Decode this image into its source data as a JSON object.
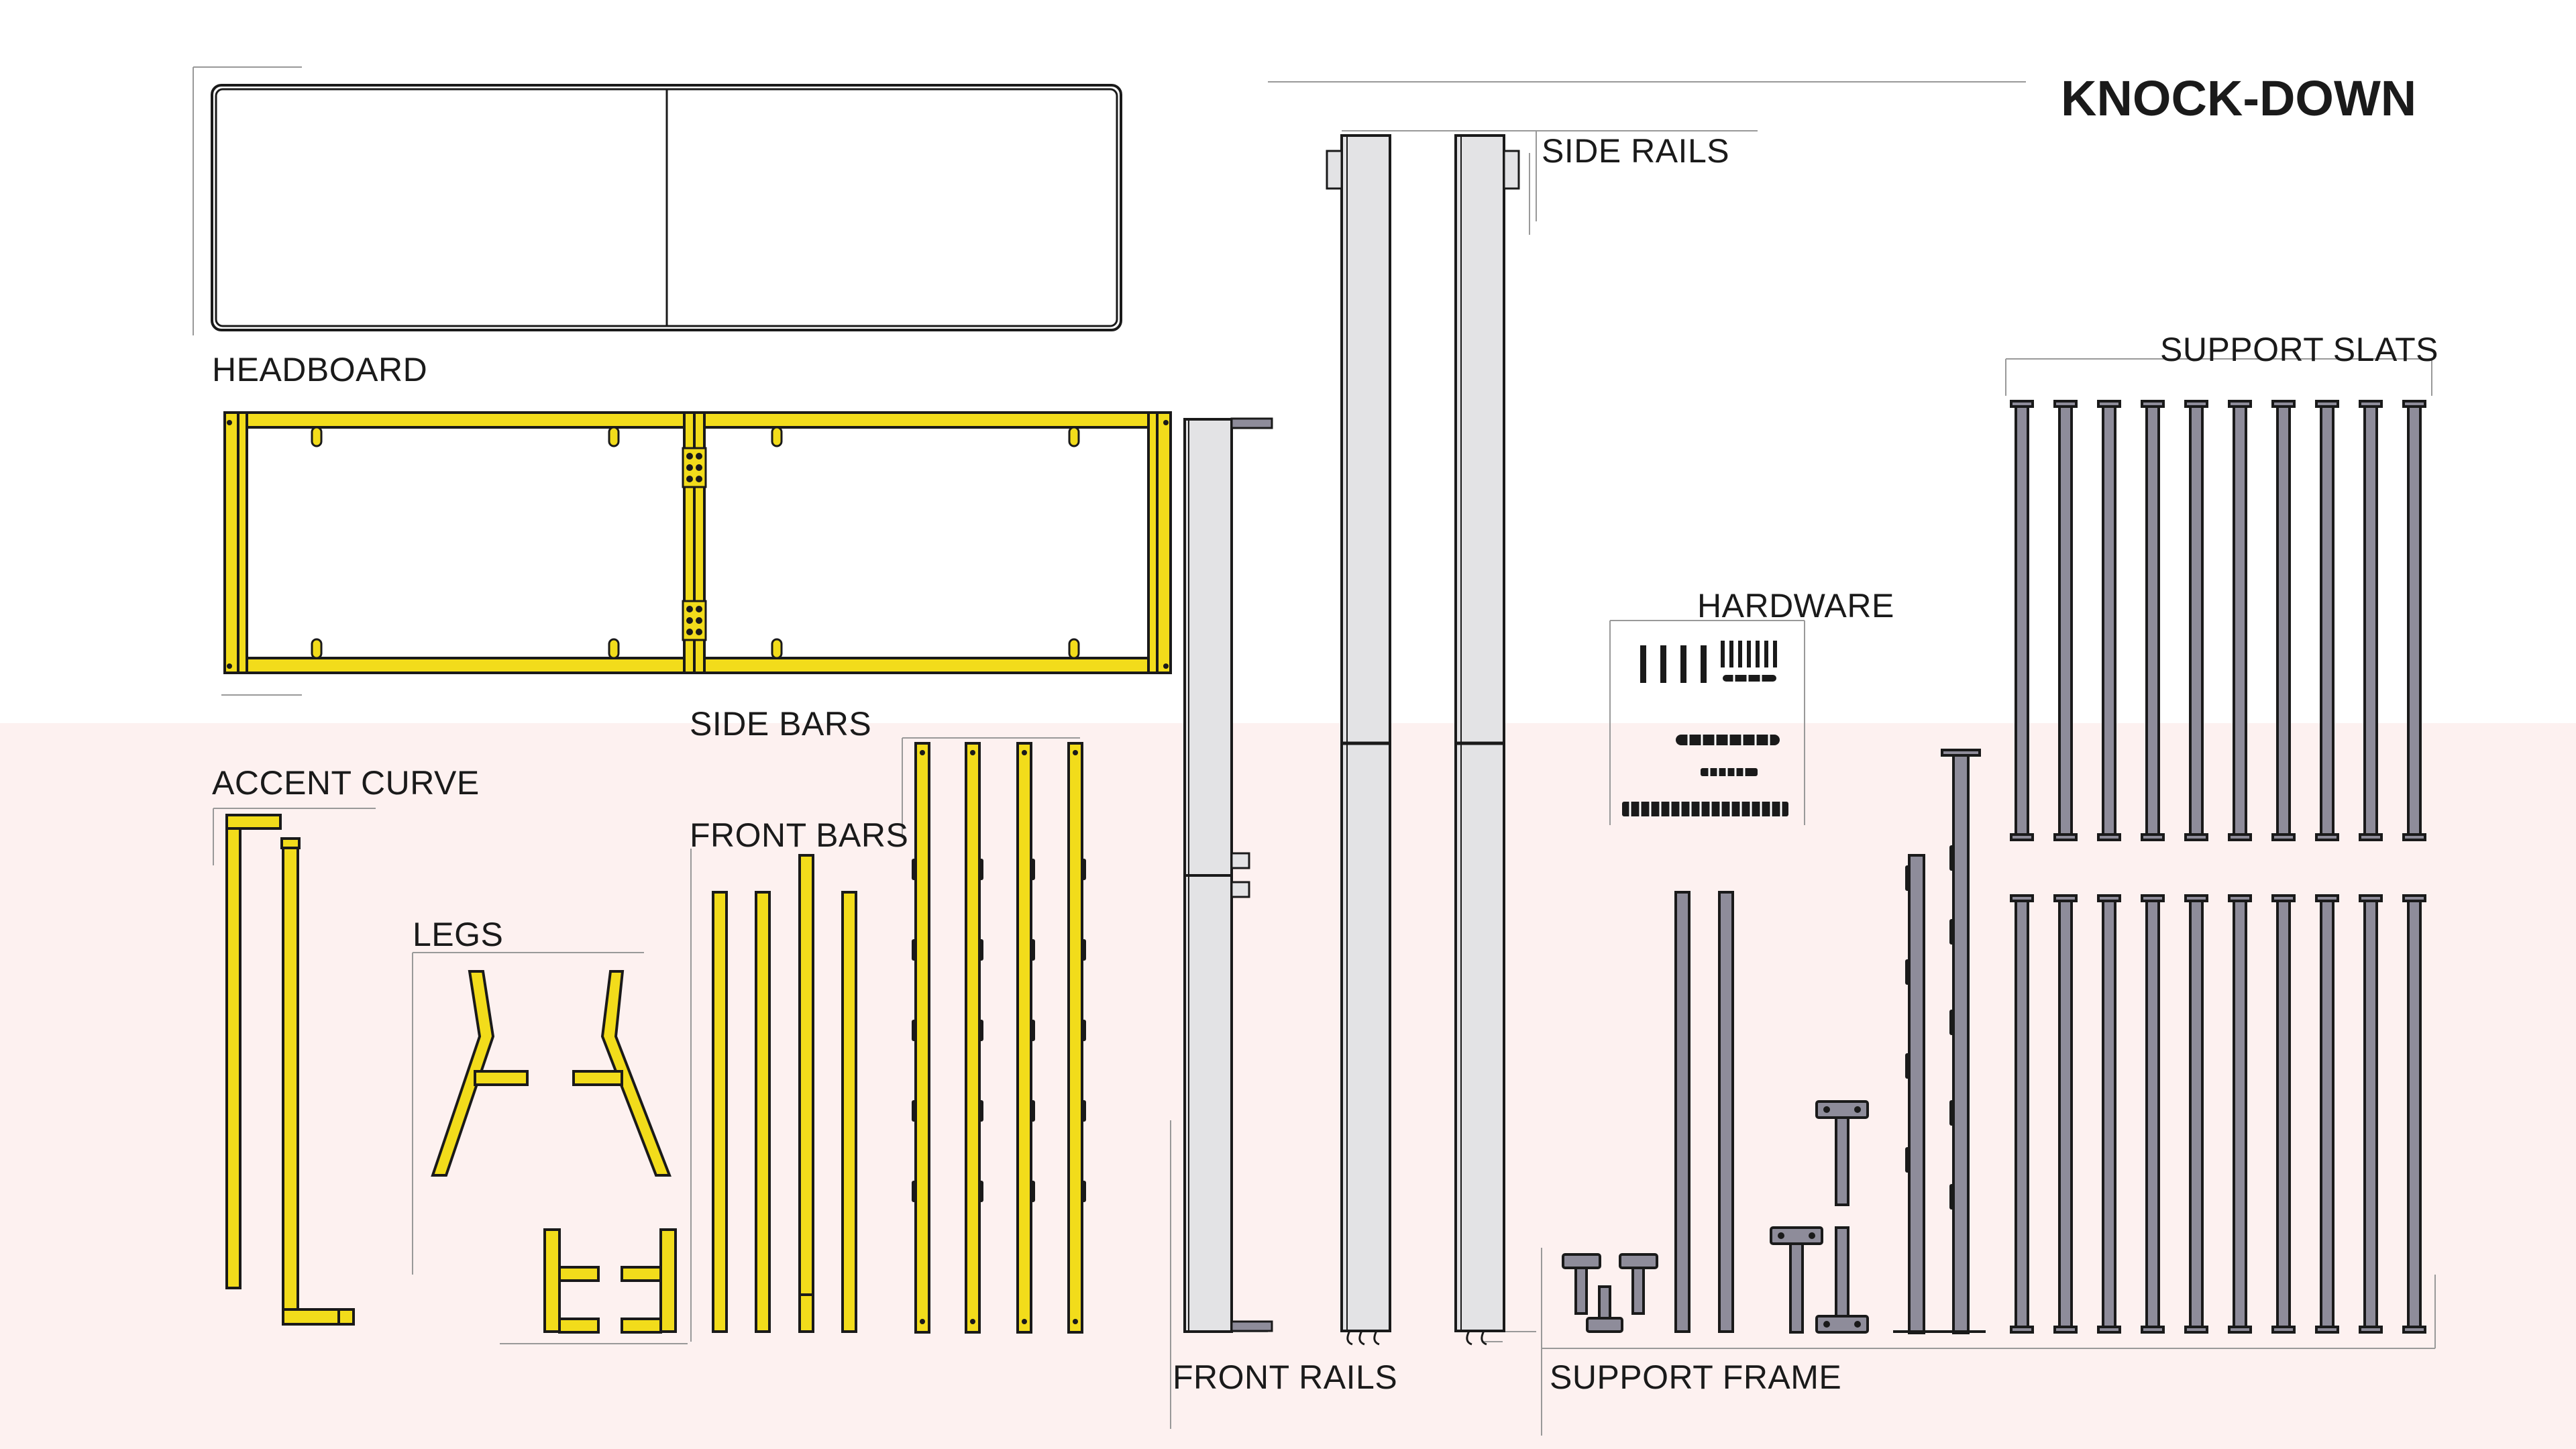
{
  "title": "KNOCK-DOWN",
  "labels": {
    "headboard": "HEADBOARD",
    "side_rails": "SIDE RAILS",
    "support_slats": "SUPPORT SLATS",
    "hardware": "HARDWARE",
    "side_bars": "SIDE BARS",
    "accent_curve": "ACCENT CURVE",
    "front_bars": "FRONT BARS",
    "legs": "LEGS",
    "front_rails": "FRONT RAILS",
    "support_frame": "SUPPORT FRAME"
  },
  "colors": {
    "yellow": "#f2dc1b",
    "outline": "#1a1a1a",
    "gray_rail": "#e3e3e5",
    "slate": "#8e8c9a",
    "background_band": "#fdf1f0"
  }
}
